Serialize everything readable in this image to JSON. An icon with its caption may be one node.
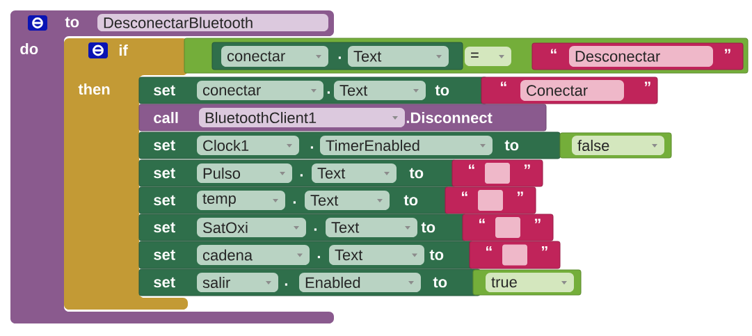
{
  "diagram": {
    "nodes": [
      {
        "text": [
          "to",
          "do"
        ]
      },
      {
        "text": [
          "DesconectarBluetooth"
        ],
        "in": 0
      },
      {
        "text": [
          "if",
          "then"
        ],
        "in": 0
      },
      {
        "text": [],
        "shape": "box"
      },
      {
        "text": [
          "."
        ],
        "in": 3
      },
      {
        "text": [
          "conectar"
        ],
        "in": 4
      },
      {
        "text": [
          "Text"
        ],
        "in": 4
      },
      {
        "text": [
          "="
        ],
        "in": 3
      },
      {
        "text": [
          "“",
          "”"
        ],
        "in": 3
      },
      {
        "text": [
          "Desconectar"
        ],
        "in": 8
      },
      {
        "text": [
          "set",
          ".",
          "to"
        ]
      },
      {
        "text": [
          "conectar"
        ],
        "in": 10
      },
      {
        "text": [
          "Text"
        ],
        "in": 10
      },
      {
        "text": [
          "“",
          "”"
        ]
      },
      {
        "text": [
          "Conectar"
        ],
        "in": 13
      },
      {
        "text": [
          "call",
          ".Disconnect"
        ]
      },
      {
        "text": [
          "BluetoothClient1"
        ],
        "in": 15
      },
      {
        "text": [
          "set",
          ".",
          "to"
        ]
      },
      {
        "text": [
          "Clock1"
        ],
        "in": 17
      },
      {
        "text": [
          "TimerEnabled"
        ],
        "in": 17
      },
      {
        "text": [],
        "shape": "box"
      },
      {
        "text": [
          "false"
        ],
        "in": 20
      },
      {
        "text": [
          "set",
          ".",
          "to"
        ]
      },
      {
        "text": [
          "Pulso"
        ],
        "in": 22
      },
      {
        "text": [
          "Text"
        ],
        "in": 22
      },
      {
        "text": [
          "“",
          "”"
        ]
      },
      {
        "text": [],
        "shape": "box",
        "in": 25
      },
      {
        "text": [
          "set",
          ".",
          "to"
        ]
      },
      {
        "text": [
          "temp"
        ],
        "in": 27
      },
      {
        "text": [
          "Text"
        ],
        "in": 27
      },
      {
        "text": [
          "“",
          "”"
        ]
      },
      {
        "text": [],
        "shape": "box",
        "in": 30
      },
      {
        "text": [
          "set",
          ".",
          "to"
        ]
      },
      {
        "text": [
          "SatOxi"
        ],
        "in": 32
      },
      {
        "text": [
          "Text"
        ],
        "in": 32
      },
      {
        "text": [
          "“",
          "”"
        ]
      },
      {
        "text": [],
        "shape": "box",
        "in": 35
      },
      {
        "text": [
          "set",
          ".",
          "to"
        ]
      },
      {
        "text": [
          "cadena"
        ],
        "in": 37
      },
      {
        "text": [
          "Text"
        ],
        "in": 37
      },
      {
        "text": [
          "“",
          "”"
        ]
      },
      {
        "text": [],
        "shape": "box",
        "in": 40
      },
      {
        "text": [
          "set",
          ".",
          "to"
        ]
      },
      {
        "text": [
          "salir"
        ],
        "in": 42
      },
      {
        "text": [
          "Enabled"
        ],
        "in": 42
      },
      {
        "text": [],
        "shape": "box"
      },
      {
        "text": [
          "true"
        ],
        "in": 45
      }
    ]
  }
}
